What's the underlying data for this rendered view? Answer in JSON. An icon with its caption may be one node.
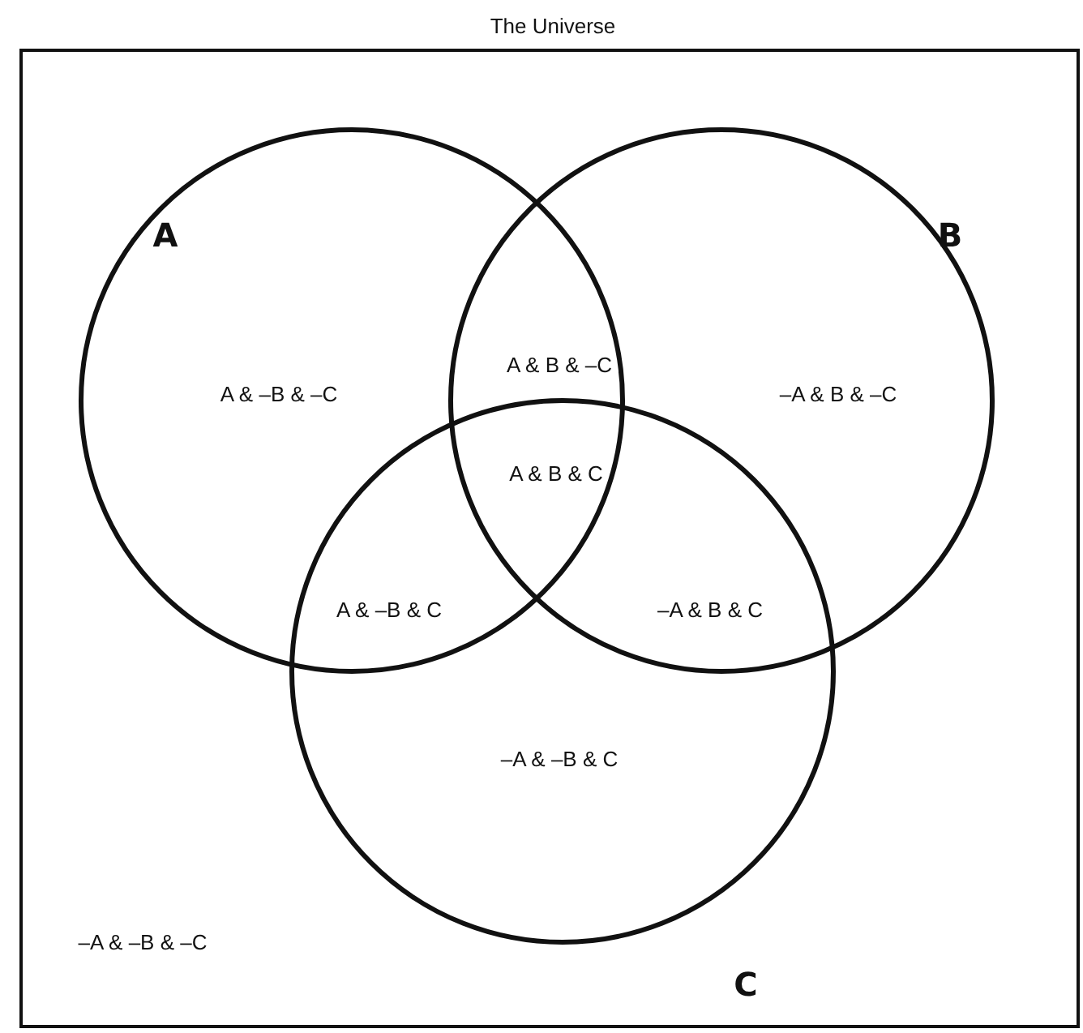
{
  "diagram": {
    "nodes": [
      {
        "text": [
          "The Universe"
        ]
      },
      {
        "text": [
          "A"
        ],
        "in": 0
      },
      {
        "text": [
          "B"
        ],
        "in": 0
      },
      {
        "text": [
          "C"
        ],
        "in": 0
      }
    ],
    "labels": [
      "A & –B & –C",
      "A & B & –C",
      "–A & B & –C",
      "A & B & C",
      "A & –B & C",
      "–A & B & C",
      "–A & –B & C",
      "–A & –B & –C"
    ]
  }
}
